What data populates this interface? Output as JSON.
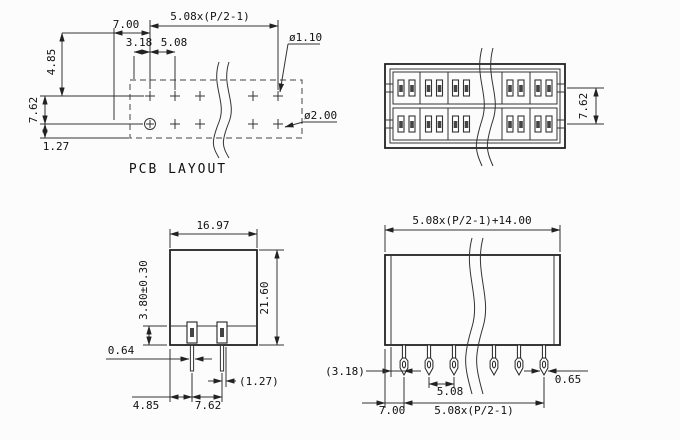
{
  "drawing": {
    "title": "PCB LAYOUT",
    "pcb_view": {
      "dim_7_00": "7.00",
      "dim_pitch": "5.08x(P/2-1)",
      "dim_4_85": "4.85",
      "dim_3_18": "3.18",
      "dim_5_08": "5.08",
      "dim_hole_small": "ø1.10",
      "dim_hole_large": "ø2.00",
      "dim_7_62": "7.62",
      "dim_1_27": "1.27"
    },
    "front_view": {
      "dim_7_62": "7.62"
    },
    "side_view": {
      "dim_16_97": "16.97",
      "dim_3_80": "3.80±0.30",
      "dim_21_60": "21.60",
      "dim_0_64": "0.64",
      "dim_1_27_ref": "(1.27)",
      "dim_4_85": "4.85",
      "dim_7_62": "7.62"
    },
    "pin_view": {
      "dim_total": "5.08x(P/2-1)+14.00",
      "dim_3_18_ref": "(3.18)",
      "dim_5_08": "5.08",
      "dim_0_65": "0.65",
      "dim_7_00": "7.00",
      "dim_pitch": "5.08x(P/2-1)"
    }
  }
}
